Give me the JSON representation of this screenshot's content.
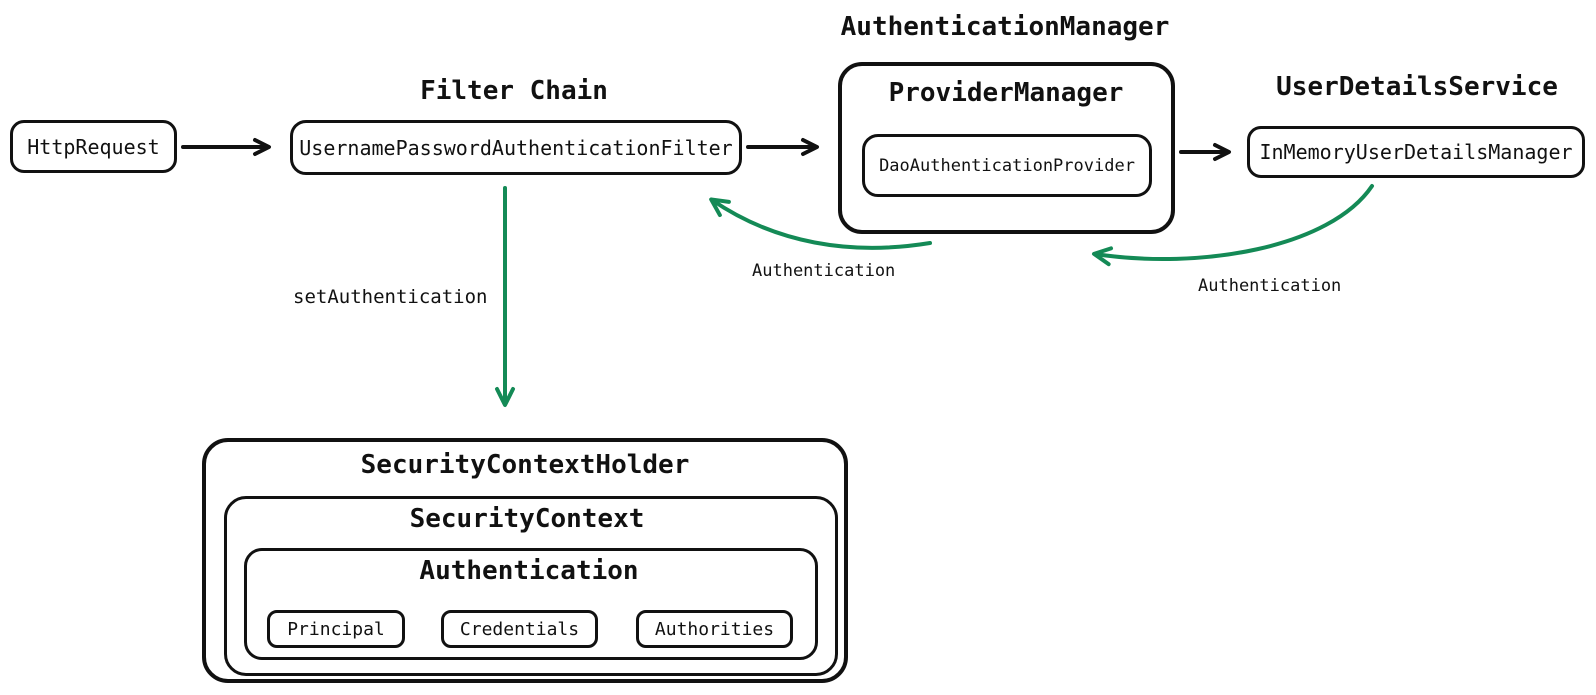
{
  "diagram": {
    "http_request": "HttpRequest",
    "filter_chain_title": "Filter Chain",
    "filter_box": "UsernamePasswordAuthenticationFilter",
    "authentication_manager_title": "AuthenticationManager",
    "provider_manager_title": "ProviderManager",
    "dao_provider_box": "DaoAuthenticationProvider",
    "user_details_service_title": "UserDetailsService",
    "in_memory_box": "InMemoryUserDetailsManager",
    "holder_title": "SecurityContextHolder",
    "context_title": "SecurityContext",
    "authentication_title": "Authentication",
    "auth_children": [
      "Principal",
      "Credentials",
      "Authorities"
    ],
    "labels": {
      "set_authentication": "setAuthentication",
      "authentication_left": "Authentication",
      "authentication_right": "Authentication"
    },
    "colors": {
      "ink": "#111111",
      "arrow_green": "#148a56",
      "background": "#ffffff"
    }
  }
}
